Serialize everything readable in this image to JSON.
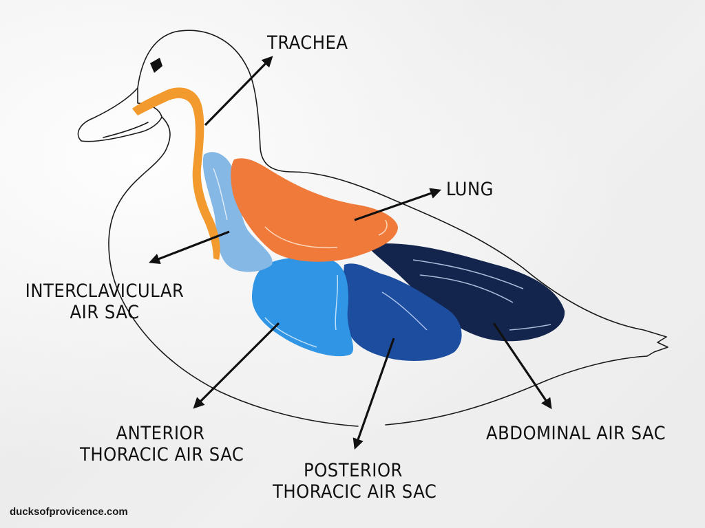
{
  "diagram": {
    "subject": "Duck respiratory system",
    "labels": {
      "trachea": "TRACHEA",
      "lung": "LUNG",
      "interclavicular": {
        "line1": "INTERCLAVICULAR",
        "line2": "AIR SAC"
      },
      "anterior_thoracic": {
        "line1": "ANTERIOR",
        "line2": "THORACIC AIR SAC"
      },
      "posterior_thoracic": {
        "line1": "POSTERIOR",
        "line2": "THORACIC AIR SAC"
      },
      "abdominal": "ABDOMINAL AIR SAC"
    },
    "colors": {
      "trachea": "#f29a2e",
      "lung": "#f07a3a",
      "interclavicular_air_sac": "#86b8e6",
      "anterior_thoracic_air_sac": "#2f95e4",
      "posterior_thoracic_air_sac": "#1d4d9e",
      "abdominal_air_sac": "#14254d",
      "outline": "#1a1a1a"
    }
  },
  "footer": {
    "watermark": "ducksofprovicence.com"
  }
}
